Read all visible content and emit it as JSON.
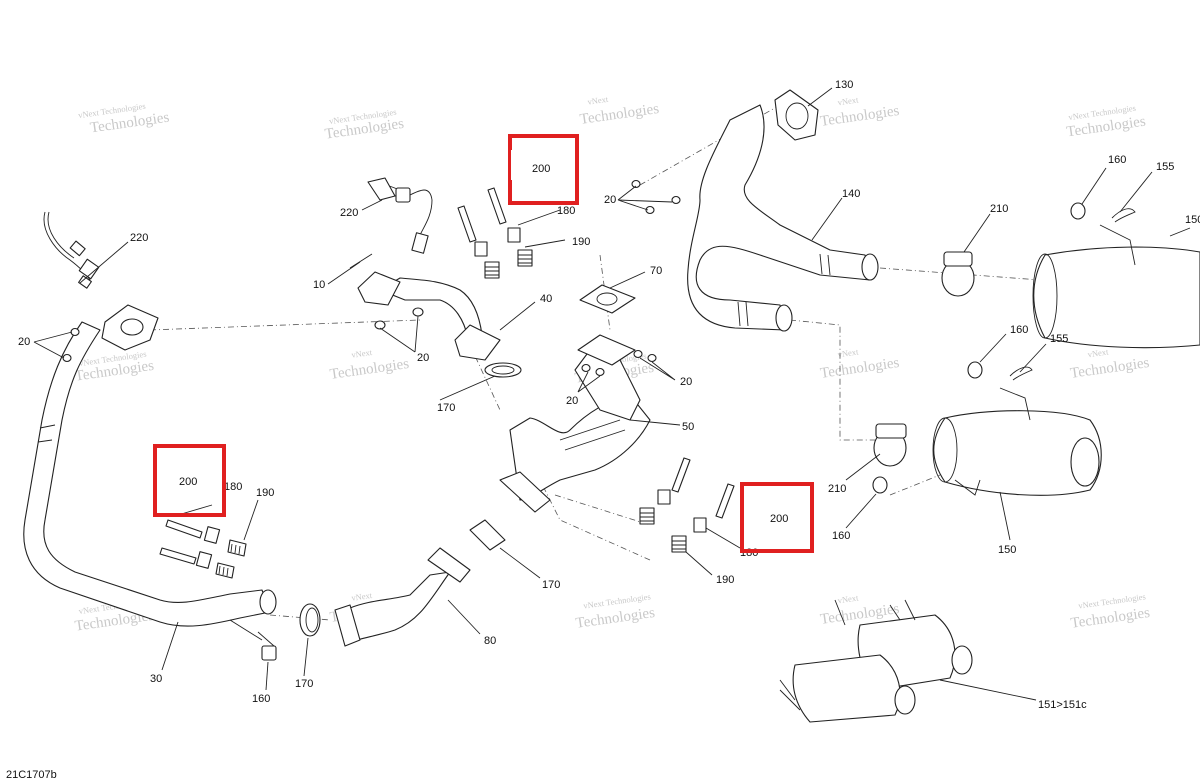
{
  "diagram": {
    "figure_code": "21C1707b",
    "watermark_line1": "vNext",
    "watermark_line2": "Technologies",
    "watermark_small": "vNext Technologies",
    "highlight_color": "#e02020",
    "callouts": {
      "c10": "10",
      "c20": "20",
      "c30": "30",
      "c40": "40",
      "c50": "50",
      "c70": "70",
      "c80": "80",
      "c130": "130",
      "c140": "140",
      "c150": "150",
      "c151": "151>151c",
      "c155": "155",
      "c160": "160",
      "c170": "170",
      "c180": "180",
      "c190": "190",
      "c200": "200",
      "c210": "210",
      "c220": "220"
    }
  }
}
